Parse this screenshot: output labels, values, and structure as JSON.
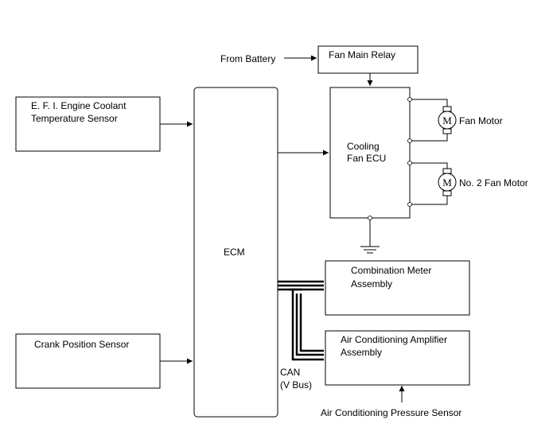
{
  "blocks": {
    "from_battery": "From Battery",
    "fan_main_relay": "Fan Main Relay",
    "efi_sensor": [
      "E. F. I. Engine Coolant",
      "Temperature Sensor"
    ],
    "ecm": "ECM",
    "cooling_fan_ecu": [
      "Cooling",
      "Fan ECU"
    ],
    "fan_motor": "Fan Motor",
    "no2_fan_motor": "No. 2 Fan Motor",
    "motor_symbol": "M",
    "combination_meter": [
      "Combination Meter",
      "Assembly"
    ],
    "crank_sensor": "Crank Position Sensor",
    "ac_amplifier": [
      "Air Conditioning Amplifier",
      "Assembly"
    ],
    "can_label": [
      "CAN",
      "(V Bus)"
    ],
    "ac_pressure_sensor": "Air Conditioning Pressure Sensor"
  }
}
